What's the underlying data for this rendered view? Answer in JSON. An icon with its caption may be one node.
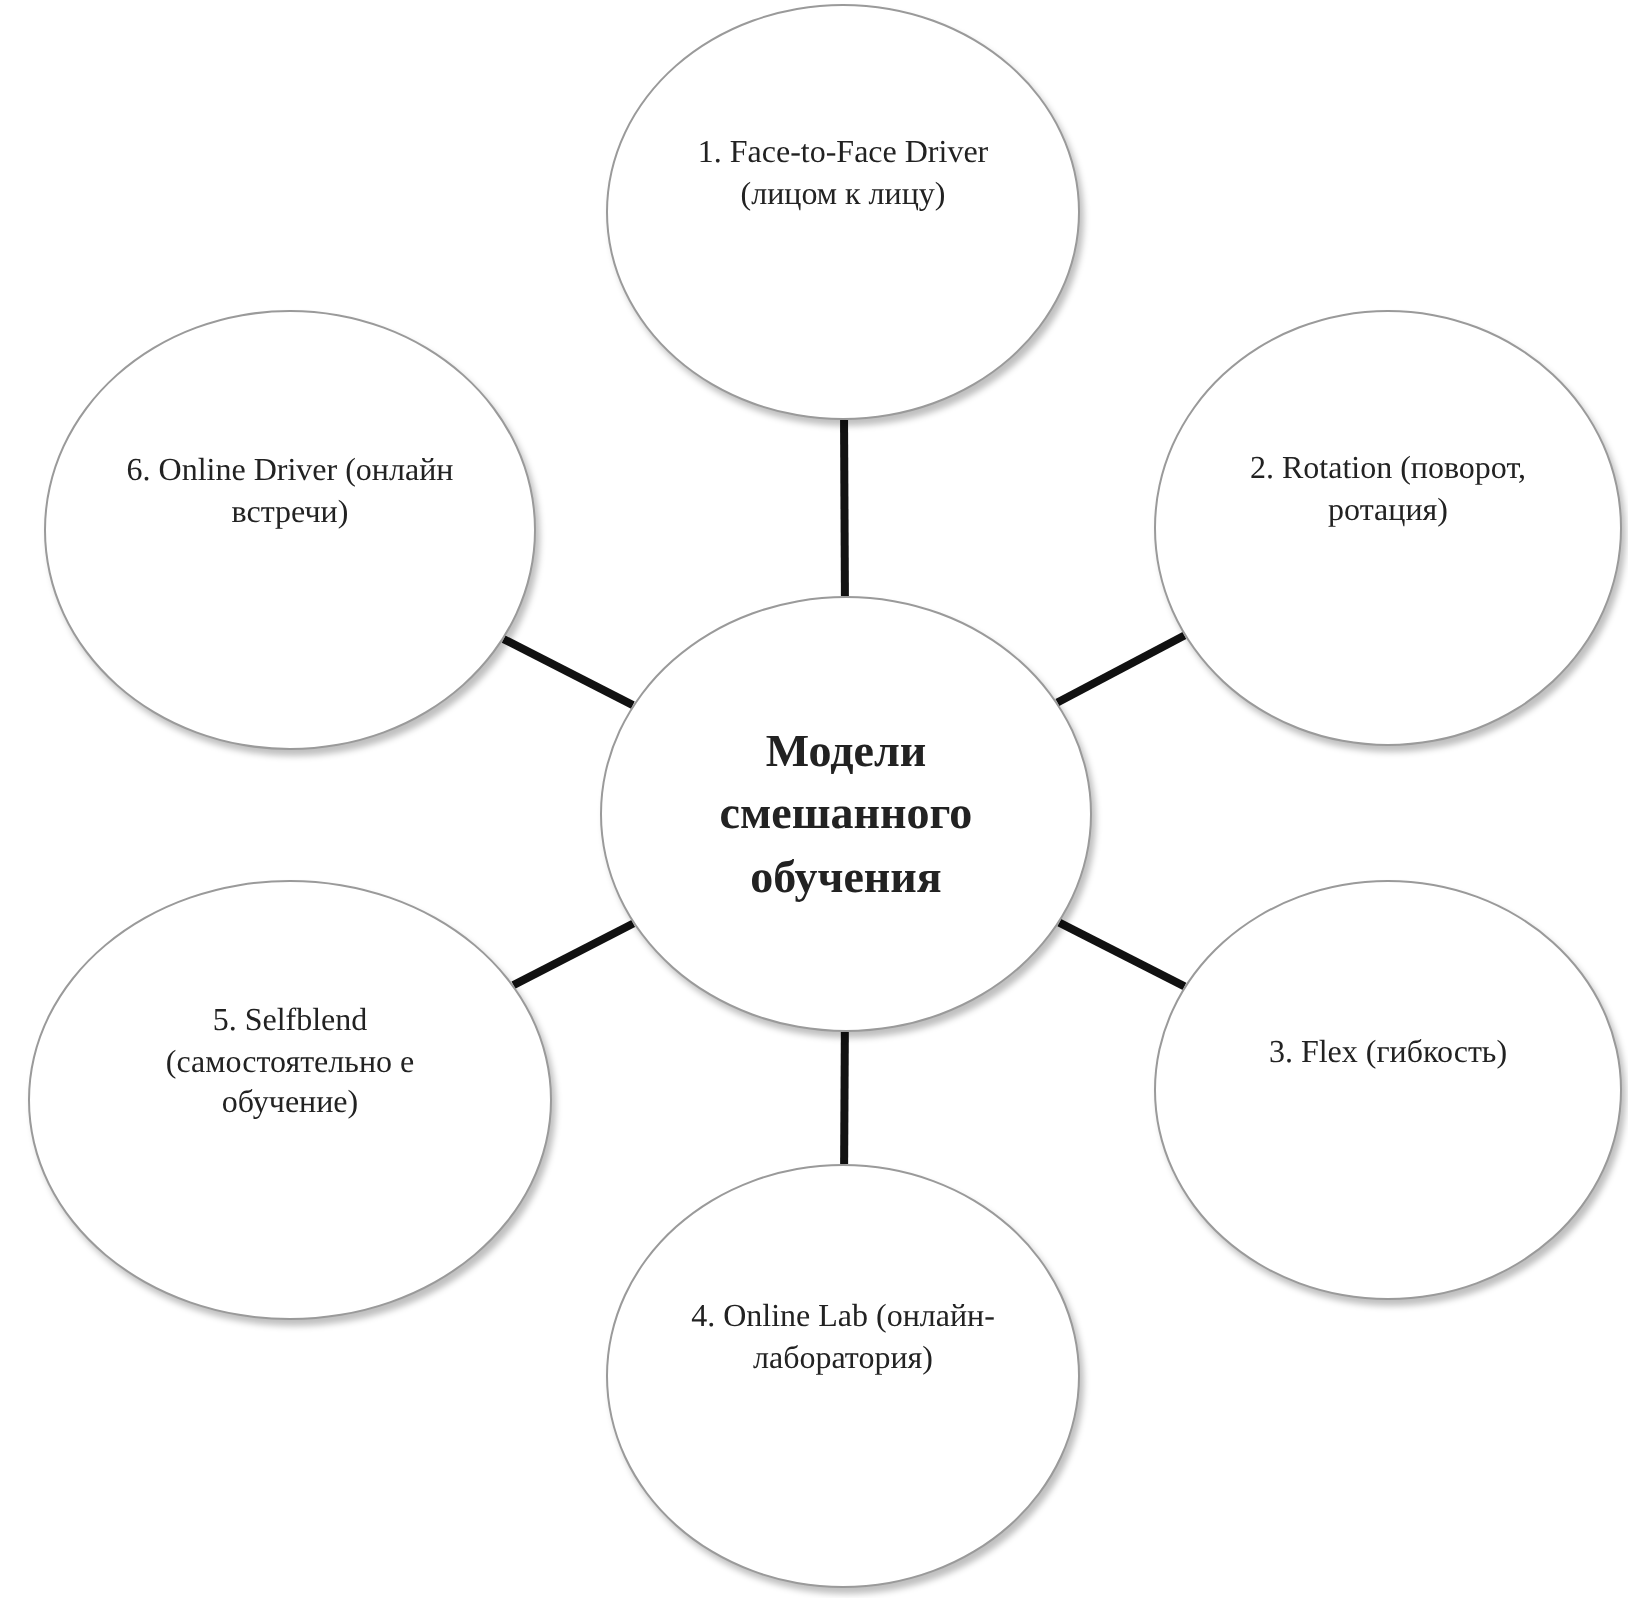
{
  "diagram": {
    "nodes": [
      {
        "text": [
          "Модели смешанного обучения"
        ]
      },
      {
        "text": [
          "1. Face-to-Face Driver (лицом к лицу)"
        ]
      },
      {
        "text": [
          "2. Rotation (поворот, ротация)"
        ]
      },
      {
        "text": [
          "3. Flex (гибкость)"
        ]
      },
      {
        "text": [
          "4. Online Lab (онлайн-лаборатория)"
        ]
      },
      {
        "text": [
          "5. Selfblend (самостоятельно е обучение)"
        ]
      },
      {
        "text": [
          "6. Online Driver (онлайн встречи)"
        ]
      }
    ],
    "edges": [
      {
        "from": 0,
        "to": 1,
        "arrow": "none"
      },
      {
        "from": 0,
        "to": 2,
        "arrow": "none"
      },
      {
        "from": 0,
        "to": 3,
        "arrow": "none"
      },
      {
        "from": 0,
        "to": 4,
        "arrow": "none"
      },
      {
        "from": 0,
        "to": 5,
        "arrow": "none"
      },
      {
        "from": 0,
        "to": 6,
        "arrow": "none"
      }
    ]
  }
}
